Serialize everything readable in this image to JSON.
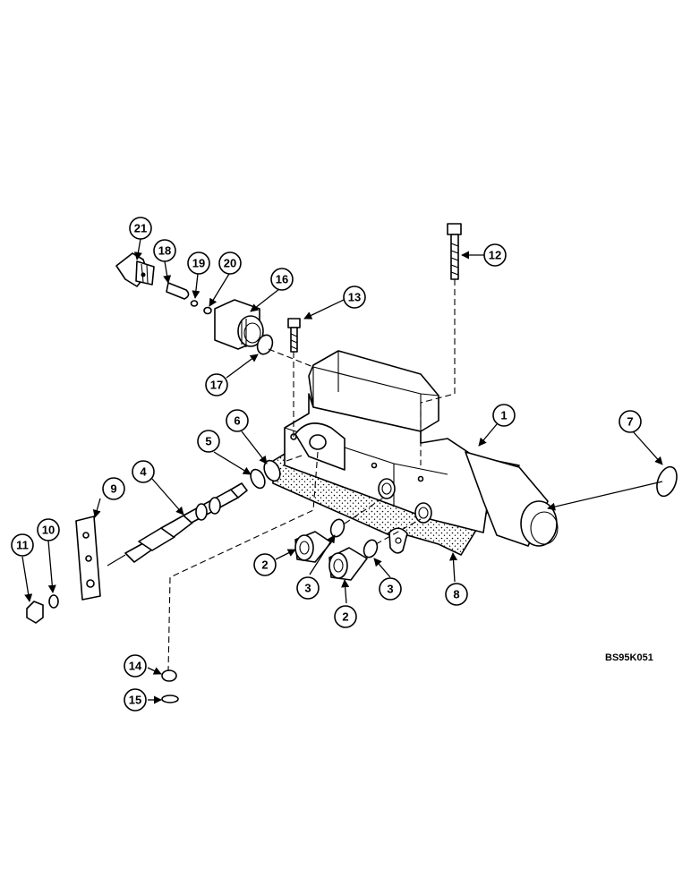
{
  "figure_code": "BS95K051",
  "callouts": [
    {
      "id": "callout-21",
      "label": "21"
    },
    {
      "id": "callout-18",
      "label": "18"
    },
    {
      "id": "callout-19",
      "label": "19"
    },
    {
      "id": "callout-20",
      "label": "20"
    },
    {
      "id": "callout-16",
      "label": "16"
    },
    {
      "id": "callout-17",
      "label": "17"
    },
    {
      "id": "callout-13",
      "label": "13"
    },
    {
      "id": "callout-12",
      "label": "12"
    },
    {
      "id": "callout-1",
      "label": "1"
    },
    {
      "id": "callout-7",
      "label": "7"
    },
    {
      "id": "callout-5",
      "label": "5"
    },
    {
      "id": "callout-6",
      "label": "6"
    },
    {
      "id": "callout-9",
      "label": "9"
    },
    {
      "id": "callout-4",
      "label": "4"
    },
    {
      "id": "callout-11",
      "label": "11"
    },
    {
      "id": "callout-10",
      "label": "10"
    },
    {
      "id": "callout-2a",
      "label": "2"
    },
    {
      "id": "callout-3a",
      "label": "3"
    },
    {
      "id": "callout-3b",
      "label": "3"
    },
    {
      "id": "callout-2b",
      "label": "2"
    },
    {
      "id": "callout-8",
      "label": "8"
    },
    {
      "id": "callout-14",
      "label": "14"
    },
    {
      "id": "callout-15",
      "label": "15"
    }
  ]
}
